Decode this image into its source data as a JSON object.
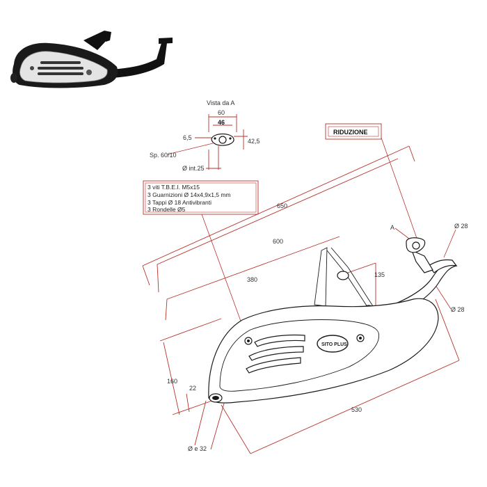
{
  "view_label": "Vista da A",
  "dims": {
    "d60": "60",
    "d46": "46",
    "d6_5": "6,5",
    "d42_5": "42,5",
    "sp": "Sp. 60/10",
    "int25": "Ø int.25",
    "d650": "650",
    "d600": "600",
    "d380": "380",
    "d135": "135",
    "d28a": "Ø 28",
    "d28b": "Ø 28",
    "d160": "160",
    "d22": "22",
    "d530": "530",
    "de32": "Ø e 32",
    "a_label": "A"
  },
  "riduzione": "RIDUZIONE",
  "kit_note": [
    "3 viti T.B.E.I. M5x15",
    "3 Guarnizioni Ø 14x4,9x1,5 mm",
    "3 Tappi Ø 18 Antivibranti",
    "3 Rondelle Ø5"
  ],
  "brand_badge": "SITO PLUS",
  "colors": {
    "dimension": "#b8322b",
    "outline": "#1a1a1a",
    "chrome": "#e8e8e8"
  }
}
